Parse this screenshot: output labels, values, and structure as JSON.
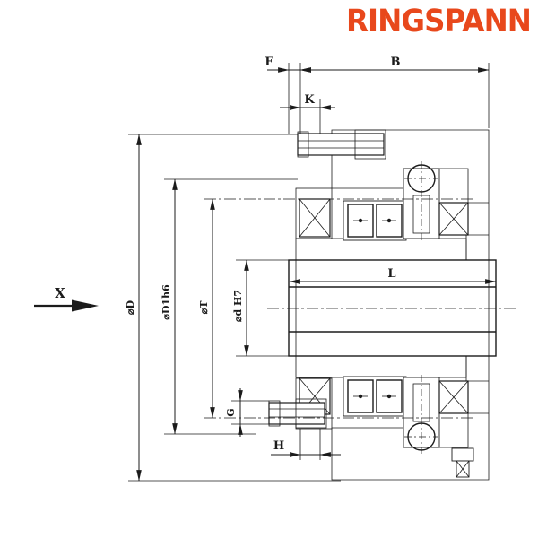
{
  "page": {
    "background": "#ffffff"
  },
  "logo": {
    "text": "RINGSPANN",
    "color": "#E8481C"
  },
  "drawing": {
    "type": "sectional technical drawing",
    "subject": "freewheel clutch cross-section",
    "line_color": "#1b1b1b"
  },
  "dimensions": {
    "F": "F",
    "B": "B",
    "K": "K",
    "L": "L",
    "H": "H",
    "G": "G",
    "view_arrow": "X",
    "outer_diameter": "⌀D",
    "centering_diameter": "⌀D1h6",
    "track_diameter": "⌀T",
    "bore_diameter": "⌀d H7"
  }
}
